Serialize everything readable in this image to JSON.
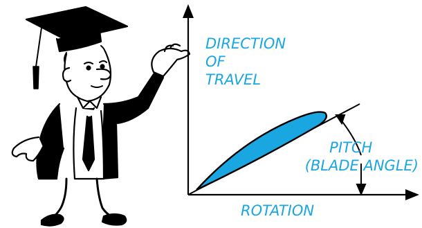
{
  "diagram": {
    "direction_label": [
      "DIRECTION",
      "OF",
      "TRAVEL"
    ],
    "pitch_label": [
      "PITCH",
      "(BLADE ANGLE)"
    ],
    "rotation_label": "ROTATION",
    "accent_color": "#1aa6e0",
    "blade_color": "#1aa6e0",
    "icons": [
      "professor-illustration",
      "graduation-cap-icon",
      "arrow-up-icon",
      "arrow-right-icon"
    ]
  }
}
